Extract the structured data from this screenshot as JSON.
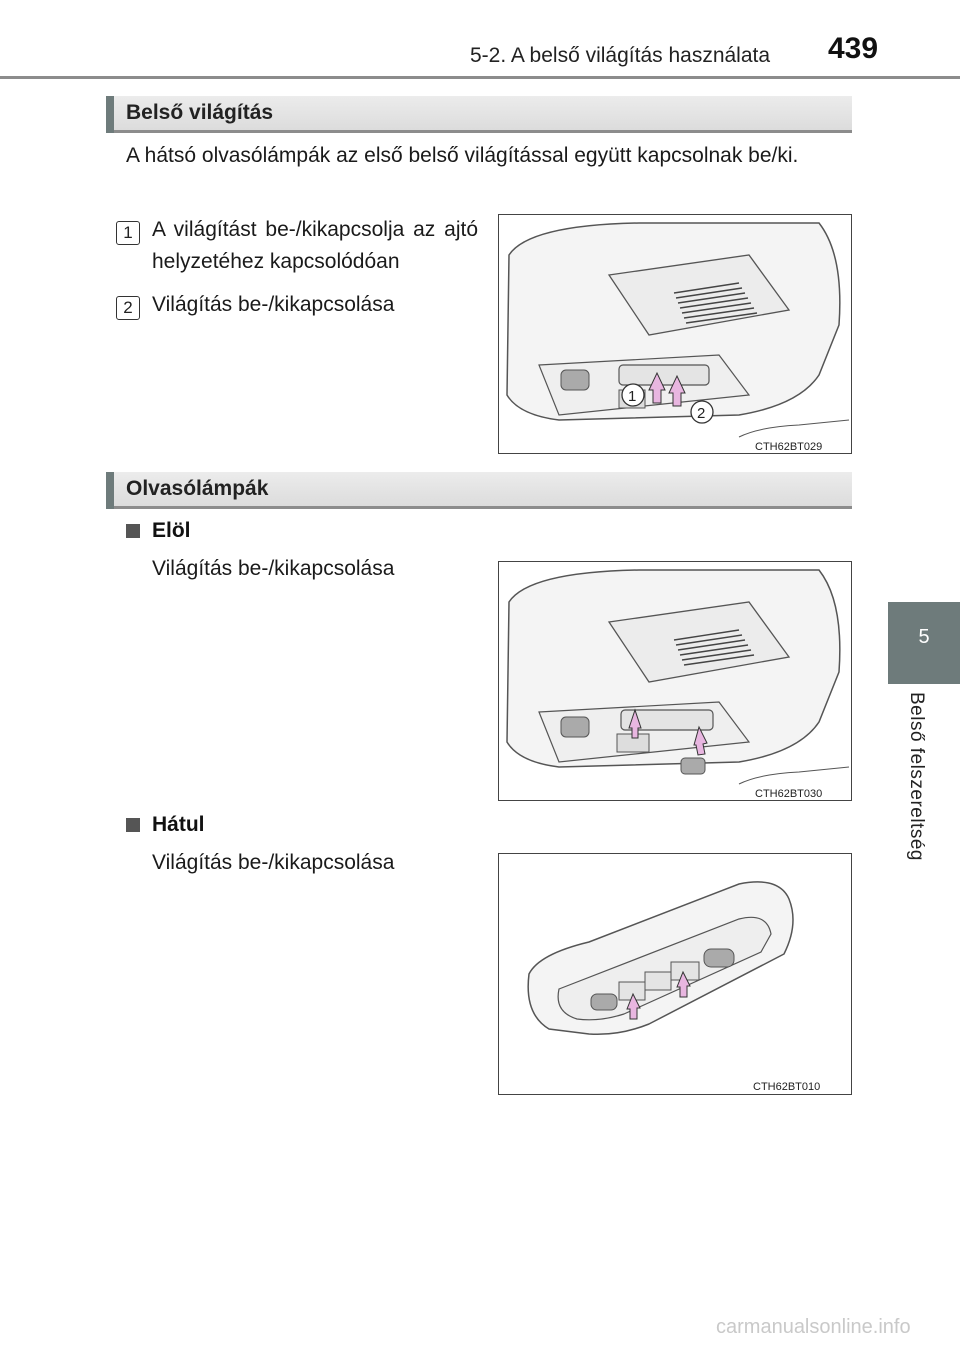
{
  "header": {
    "title": "5-2. A belső világítás használata",
    "page_number": "439"
  },
  "side_tab": {
    "number": "5",
    "label": "Belső felszereltség"
  },
  "sections": [
    {
      "title": "Belső világítás",
      "intro": "A hátsó olvasólámpák az első belső világítással együtt kapcsolnak be/ki.",
      "items": [
        {
          "number": "1",
          "text": "A világítást be-/kikapcsolja az ajtó helyzetéhez kapcsolódóan"
        },
        {
          "number": "2",
          "text": "Világítás be-/kikapcsolása"
        }
      ],
      "figure": {
        "code": "CTH62BT029",
        "callouts": [
          "1",
          "2"
        ]
      }
    },
    {
      "title": "Olvasólámpák",
      "subsections": [
        {
          "heading": "Elöl",
          "text": "Világítás be-/kikapcsolása",
          "figure": {
            "code": "CTH62BT030"
          }
        },
        {
          "heading": "Hátul",
          "text": "Világítás be-/kikapcsolása",
          "figure": {
            "code": "CTH62BT010"
          }
        }
      ]
    }
  ],
  "watermark": "carmanualsonline.info",
  "colors": {
    "tab": "#6e7b7b",
    "arrow": "#e8b6e0",
    "rule": "#8c8c8c"
  },
  "icons": [
    "square-bullet-icon",
    "arrow-icon"
  ]
}
